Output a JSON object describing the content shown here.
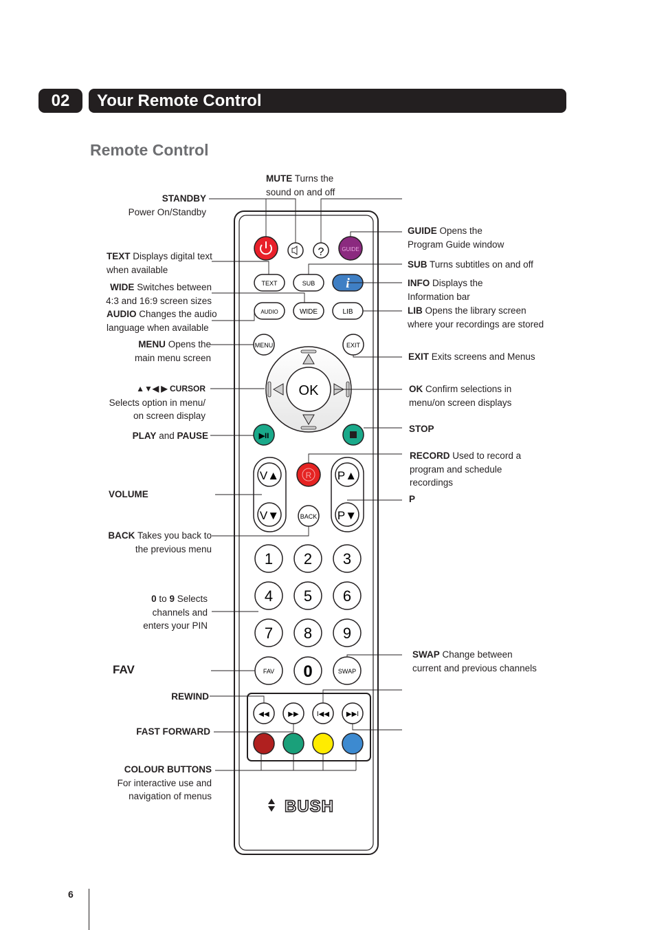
{
  "header": {
    "number": "02",
    "title": "Your Remote Control"
  },
  "section_title": "Remote Control",
  "labels": {
    "standby": {
      "bold": "STANDBY",
      "text": "Power On/Standby"
    },
    "mute": {
      "bold": "MUTE",
      "text1": "Turns the",
      "text2": "sound on and off"
    },
    "text": {
      "bold": "TEXT",
      "text1": "Displays digital text",
      "text2": "when available"
    },
    "wide": {
      "bold": "WIDE",
      "text1": "Switches between",
      "text2": "4:3 and 16:9 screen sizes"
    },
    "audio": {
      "bold": "AUDIO",
      "text1": "Changes the audio",
      "text2": "language when available"
    },
    "menu": {
      "bold": "MENU",
      "text1": "Opens the",
      "text2": "main menu screen"
    },
    "cursor": {
      "bold": "▲▼◀ ▶ CURSOR",
      "text1": "Selects option in menu/",
      "text2": "on screen display"
    },
    "play": {
      "bold1": "PLAY",
      "and": "and",
      "bold2": "PAUSE"
    },
    "volume": {
      "bold": "VOLUME"
    },
    "back": {
      "bold": "BACK",
      "text1": "Takes you back to",
      "text2": "the previous menu"
    },
    "digits": {
      "bold1": "0",
      "to": "to",
      "bold2": "9",
      "text1": "Selects",
      "text2": "channels and",
      "text3": "enters your PIN"
    },
    "fav": {
      "bold": "FAV"
    },
    "rewind": {
      "bold": "REWIND"
    },
    "fastforward": {
      "bold": "FAST FORWARD"
    },
    "colour": {
      "bold": "COLOUR BUTTONS",
      "text1": "For interactive use and",
      "text2": "navigation of menus"
    },
    "guide": {
      "bold": "GUIDE",
      "text1": "Opens the",
      "text2": "Program Guide window"
    },
    "sub": {
      "bold": "SUB",
      "text": "Turns subtitles on and off"
    },
    "info": {
      "bold": "INFO",
      "text1": "Displays the",
      "text2": "Information bar"
    },
    "lib": {
      "bold": "LIB",
      "text1": "Opens the library screen",
      "text2": "where your recordings are stored"
    },
    "exit": {
      "bold": "EXIT",
      "text": "Exits screens and Menus"
    },
    "ok": {
      "bold": "OK",
      "text1": "Confirm selections  in",
      "text2": "menu/on screen displays"
    },
    "stop": {
      "bold": "STOP"
    },
    "record": {
      "bold": "RECORD",
      "text1": "Used to record a",
      "text2": "program and schedule",
      "text3": "recordings"
    },
    "p": {
      "bold": "P"
    },
    "swap": {
      "bold": "SWAP",
      "text1": "Change  between",
      "text2": "current and previous channels"
    }
  },
  "remote": {
    "keys": {
      "text": "TEXT",
      "sub": "SUB",
      "info": "i",
      "audio": "AUDIO",
      "wide": "WIDE",
      "lib": "LIB",
      "menu": "MENU",
      "exit": "EXIT",
      "ok": "OK",
      "guide": "GUIDE",
      "mute_help": "?",
      "vol_up": "V▲",
      "vol_down": "V▼",
      "rec": "R",
      "back": "BACK",
      "p_up": "P▲",
      "p_down": "P▼",
      "fav": "FAV",
      "zero": "0",
      "swap": "SWAP",
      "digits": [
        "1",
        "2",
        "3",
        "4",
        "5",
        "6",
        "7",
        "8",
        "9"
      ]
    },
    "brand": "BUSH",
    "colors": {
      "power": "#e8202a",
      "guide": "#8b2a7f",
      "info": "#3f7fc4",
      "play": "#1aa98a",
      "stop": "#1aa98a",
      "rec": "#e52322",
      "red": "#b0201f",
      "green": "#1aa07a",
      "yellow": "#ffec00",
      "blue": "#3d8ad0"
    }
  },
  "page_number": "6"
}
